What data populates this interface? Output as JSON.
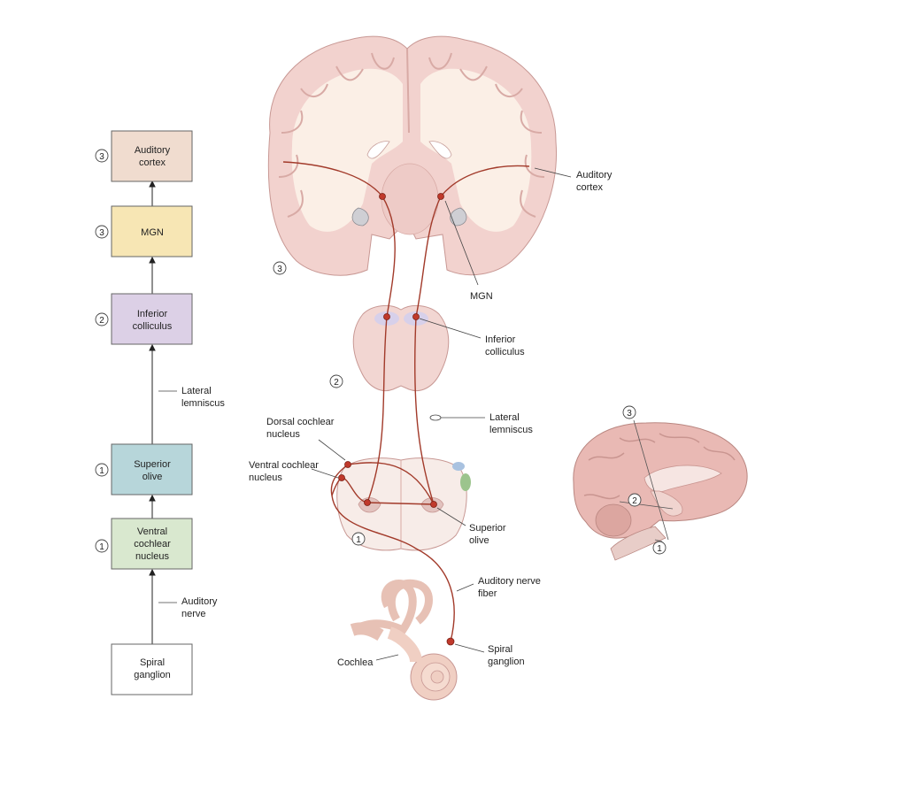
{
  "colors": {
    "box_cortex": "#f0dccf",
    "box_mgn": "#f7e6b4",
    "box_inferior": "#dcd0e6",
    "box_superior": "#b7d6da",
    "box_ventral": "#d9e8cf",
    "box_spiral": "#ffffff",
    "tissue": "#f3d6d3",
    "tissue_dark": "#e2b6b3",
    "white_matter": "#fbefe6",
    "pathway": "#a23a2a"
  },
  "flowchart": {
    "boxes": [
      {
        "num": "3",
        "lines": [
          "Auditory",
          "cortex"
        ]
      },
      {
        "num": "3",
        "lines": [
          "MGN"
        ]
      },
      {
        "num": "2",
        "lines": [
          "Inferior",
          "colliculus"
        ]
      },
      {
        "num": "1",
        "lines": [
          "Superior",
          "olive"
        ]
      },
      {
        "num": "1",
        "lines": [
          "Ventral",
          "cochlear",
          "nucleus"
        ]
      },
      {
        "num": "",
        "lines": [
          "Spiral",
          "ganglion"
        ]
      }
    ],
    "side_labels": [
      {
        "lines": [
          "Lateral",
          "lemniscus"
        ]
      },
      {
        "lines": [
          "Auditory",
          "nerve"
        ]
      }
    ]
  },
  "pathway_labels": {
    "auditory_cortex": [
      "Auditory",
      "cortex"
    ],
    "mgn": [
      "MGN"
    ],
    "inferior_colliculus": [
      "Inferior",
      "colliculus"
    ],
    "lateral_lemniscus": [
      "Lateral",
      "lemniscus"
    ],
    "dorsal_cochlear": [
      "Dorsal cochlear",
      "nucleus"
    ],
    "ventral_cochlear": [
      "Ventral cochlear",
      "nucleus"
    ],
    "superior_olive": [
      "Superior",
      "olive"
    ],
    "auditory_nerve_fiber": [
      "Auditory nerve",
      "fiber"
    ],
    "spiral_ganglion": [
      "Spiral",
      "ganglion"
    ],
    "cochlea": [
      "Cochlea"
    ]
  },
  "section_numbers": {
    "cortex": "3",
    "midbrain": "2",
    "medulla": "1"
  },
  "sagittal_numbers": {
    "top": "3",
    "middle": "2",
    "bottom": "1"
  }
}
